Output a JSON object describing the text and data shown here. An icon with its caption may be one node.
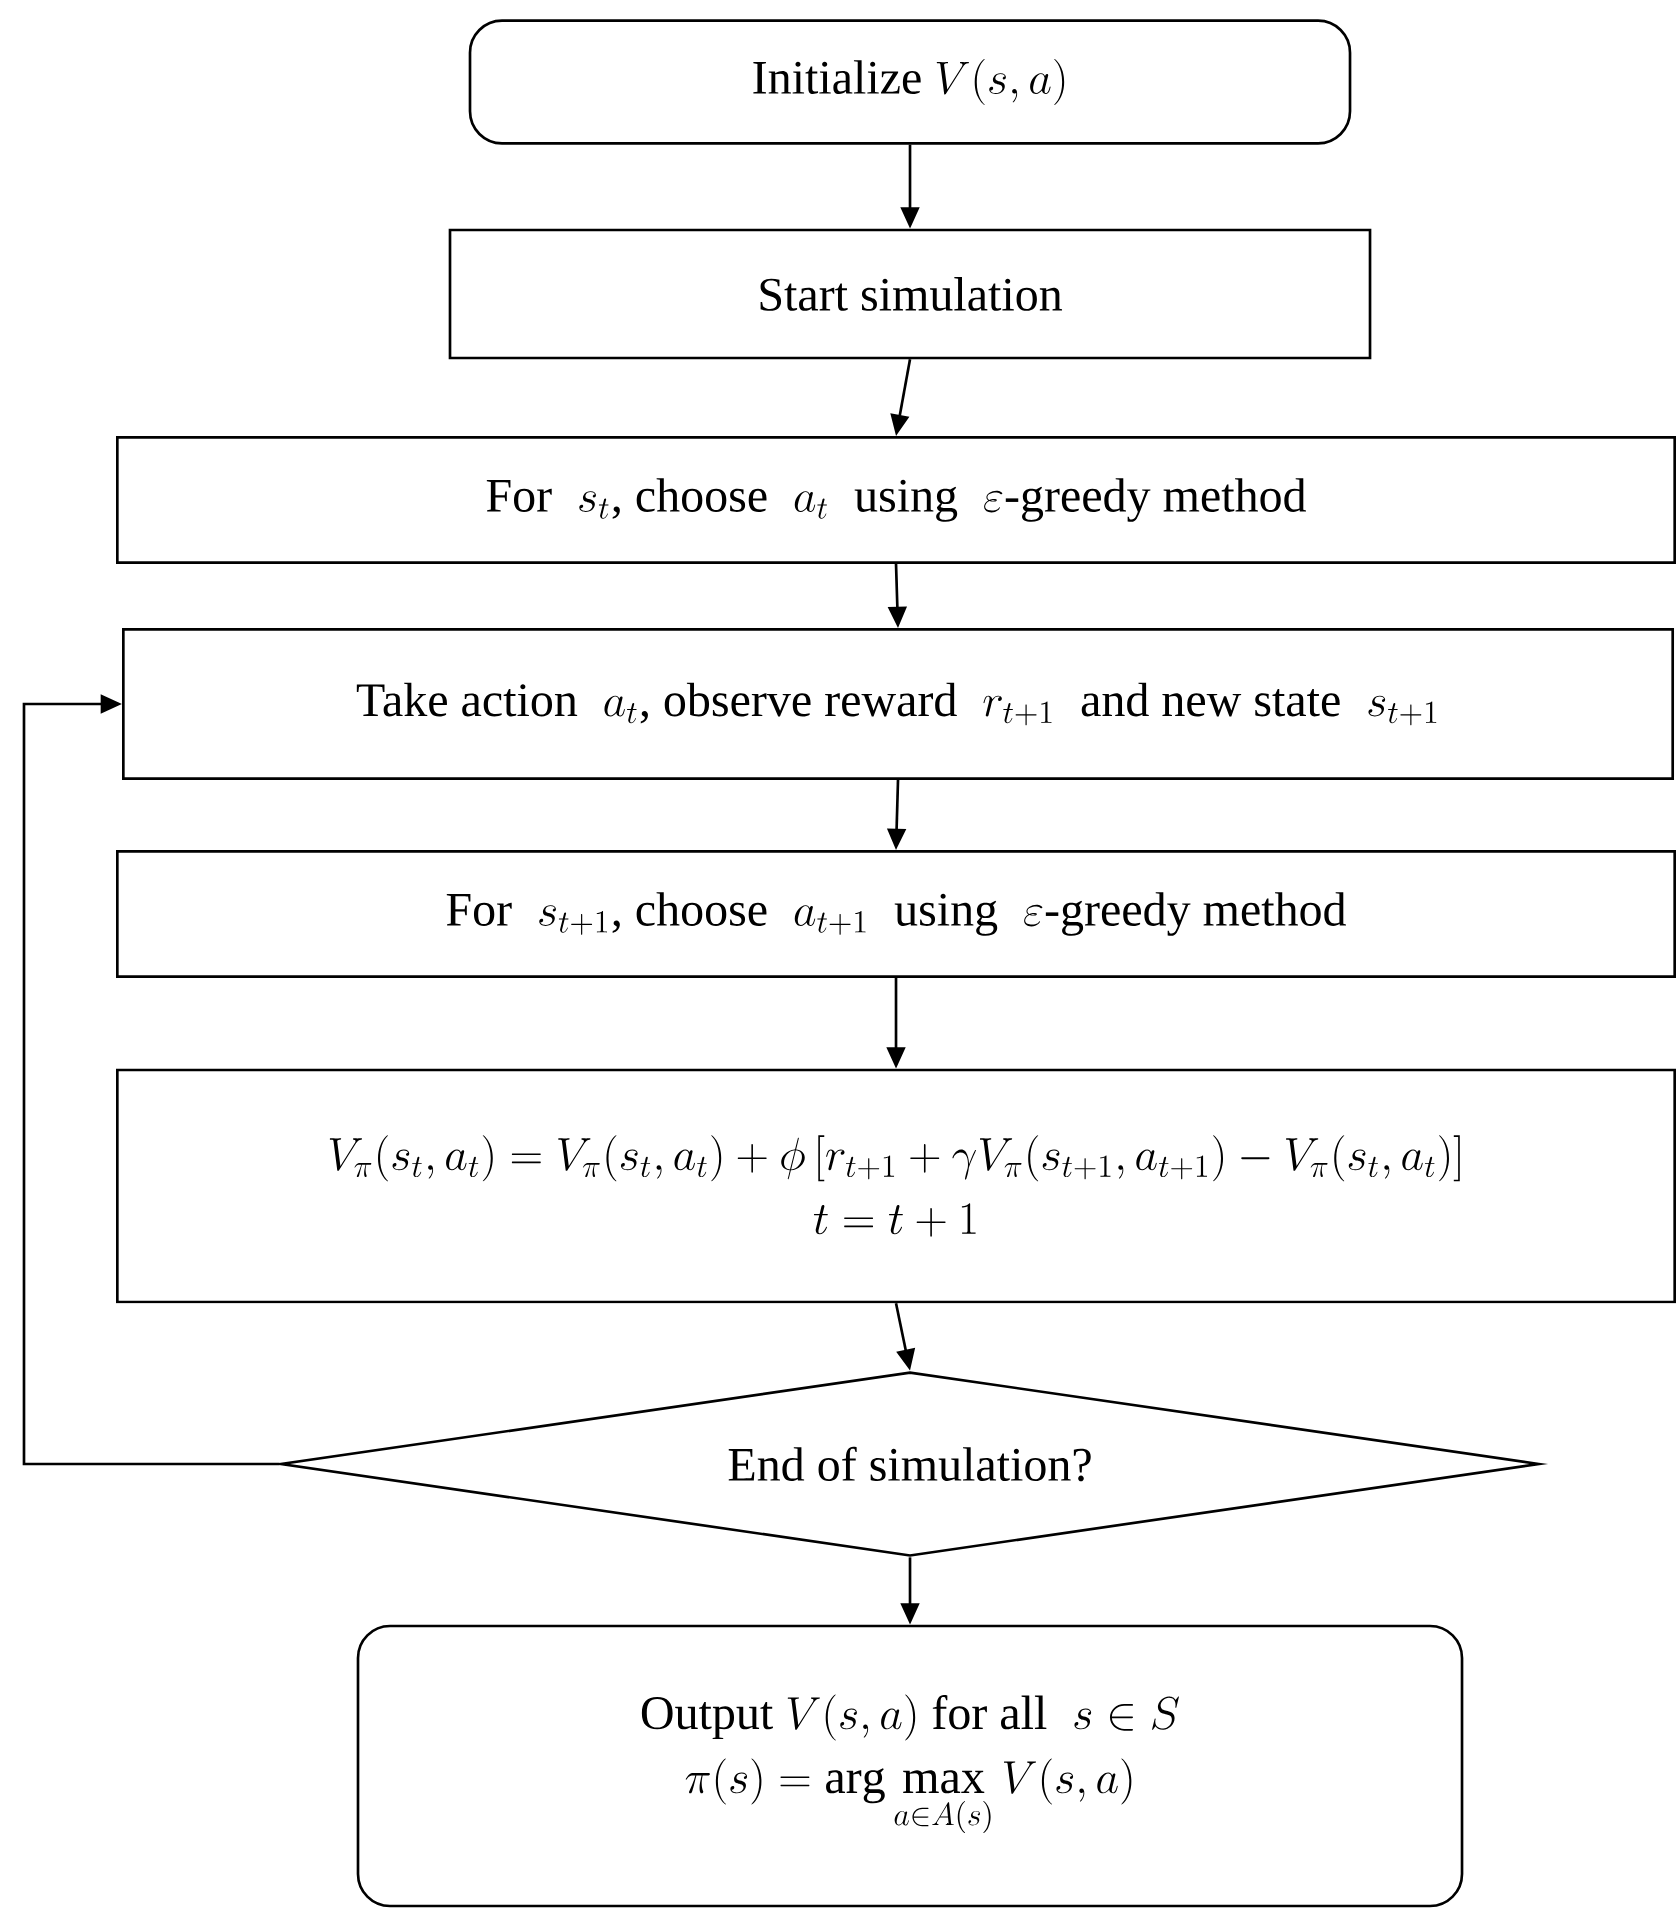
{
  "diagram": {
    "nodes": [
      {
        "text": [
          "\\text{Initialize } V(s,a)"
        ]
      },
      {
        "text": [
          "Start simulation"
        ]
      },
      {
        "text": [
          "\\text{For }\\; s_t\\text{, choose }\\; a_t\\;\\text{ using }\\; \\varepsilon\\text{-greedy method}"
        ]
      },
      {
        "text": [
          "\\text{Take action }\\; a_t\\text{, observe reward }\\; r_{t+1}\\;\\text{ and new state }\\; s_{t+1}"
        ]
      },
      {
        "text": [
          "\\text{For }\\; s_{t+1}\\text{, choose }\\; a_{t+1}\\;\\text{ using }\\; \\varepsilon\\text{-greedy method}"
        ]
      },
      {
        "text": [
          "V_\\pi(s_t,a_t)=V_\\pi(s_t,a_t)+\\phi\\left[r_{t+1}+\\gamma V_\\pi(s_{t+1},a_{t+1})-V_\\pi(s_t,a_t)\\right]",
          "t=t+1"
        ]
      },
      {
        "text": [
          "End of simulation?"
        ]
      },
      {
        "text": [
          "\\text{Output } V(s,a)\\text{ for all }\\; s\\in S",
          "\\pi(s)=\\arg\\max_{a\\in A(s)} V(s,a)"
        ]
      }
    ],
    "edges": [
      {
        "from": 0,
        "to": 1,
        "arrow": "to"
      },
      {
        "from": 1,
        "to": 2,
        "arrow": "to"
      },
      {
        "from": 2,
        "to": 3,
        "arrow": "to"
      },
      {
        "from": 3,
        "to": 4,
        "arrow": "to"
      },
      {
        "from": 4,
        "to": 5,
        "arrow": "to"
      },
      {
        "from": 5,
        "to": 6,
        "arrow": "to"
      },
      {
        "from": 6,
        "to": 7,
        "arrow": "to"
      },
      {
        "from": 6,
        "to": 3,
        "arrow": "to"
      }
    ]
  }
}
